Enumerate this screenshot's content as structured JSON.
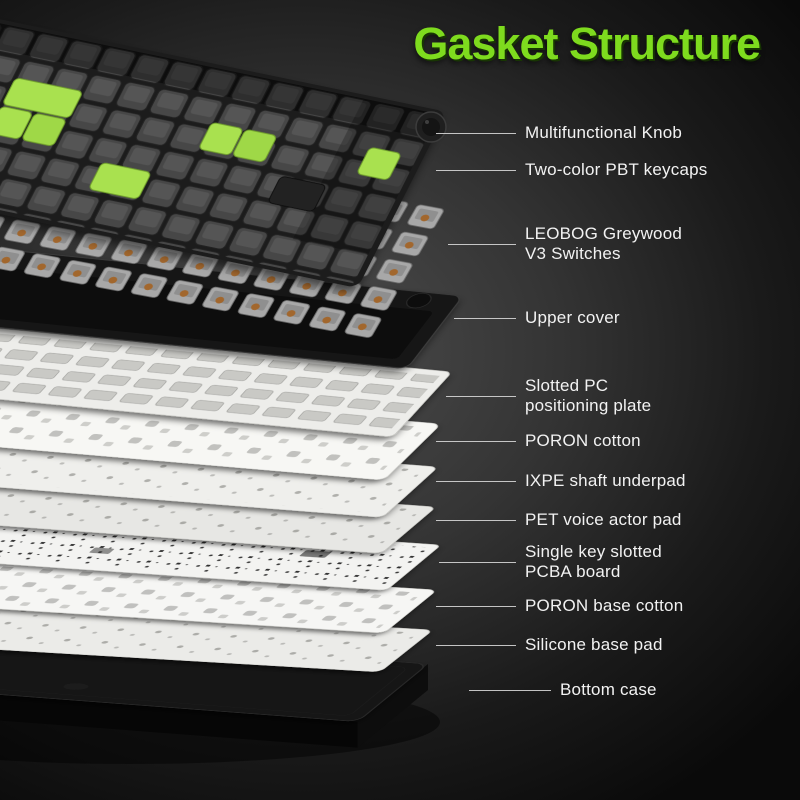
{
  "title": "Gasket Structure",
  "colors": {
    "title_green": "#7edb1e",
    "keycap_green": "#a9e150",
    "label_text": "#f2f2f2",
    "callout_line": "#d6d6d6",
    "background_center": "#4d4d4d",
    "background_edge": "#0a0a0a"
  },
  "callouts": [
    {
      "label": "Multifunctional Knob"
    },
    {
      "label": "Two-color PBT keycaps"
    },
    {
      "label": "LEOBOG Greywood\nV3 Switches"
    },
    {
      "label": "Upper cover"
    },
    {
      "label": "Slotted PC\npositioning plate"
    },
    {
      "label": "PORON cotton"
    },
    {
      "label": "IXPE shaft underpad"
    },
    {
      "label": "PET voice actor pad"
    },
    {
      "label": "Single key slotted\nPCBA board"
    },
    {
      "label": "PORON base cotton"
    },
    {
      "label": "Silicone base pad"
    },
    {
      "label": "Bottom case"
    }
  ]
}
